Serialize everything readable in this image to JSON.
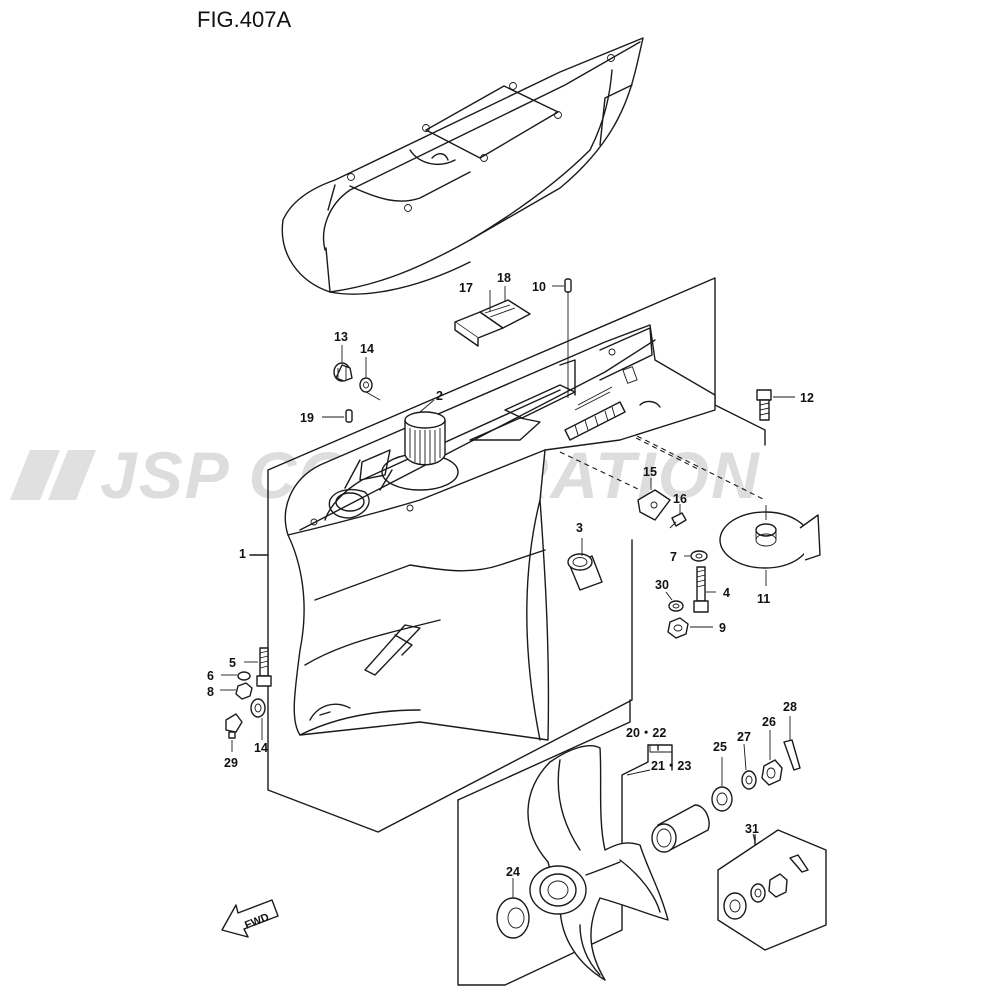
{
  "figure": {
    "title": "FIG.407A"
  },
  "watermark": {
    "text": "JSP CORPORATION"
  },
  "direction_arrow": {
    "text": "FWD"
  },
  "callouts": {
    "p1": "1",
    "p2": "2",
    "p3": "3",
    "p4": "4",
    "p5": "5",
    "p6": "6",
    "p7": "7",
    "p8": "8",
    "p9": "9",
    "p10": "10",
    "p11": "11",
    "p12": "12",
    "p13": "13",
    "p14a": "14",
    "p14b": "14",
    "p15": "15",
    "p16": "16",
    "p17": "17",
    "p18": "18",
    "p19": "19",
    "p20_22": "20・22",
    "p21_23": "21・23",
    "p24": "24",
    "p25": "25",
    "p26": "26",
    "p27": "27",
    "p28": "28",
    "p29": "29",
    "p30": "30",
    "p31": "31"
  }
}
